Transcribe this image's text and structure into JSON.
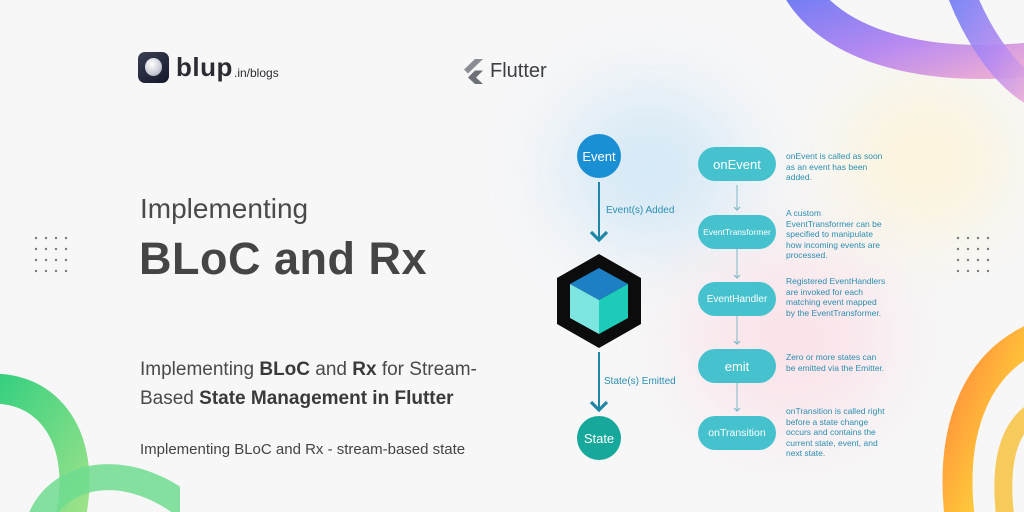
{
  "brand": {
    "name": "blup",
    "suffix": ".in/blogs"
  },
  "framework": {
    "label": "Flutter",
    "icon": "flutter-icon"
  },
  "heading": {
    "line1": "Implementing",
    "line2": "BLoC and Rx"
  },
  "subtitle": {
    "p1": "Implementing ",
    "b1": "BLoC",
    "p2": " and ",
    "b2": "Rx",
    "p3": " for Stream-Based ",
    "b3": "State Management in Flutter"
  },
  "caption": "Implementing BLoC and Rx - stream-based state",
  "diagram": {
    "event_node": "Event",
    "state_node": "State",
    "events_added": "Event(s) Added",
    "states_emitted": "State(s) Emitted",
    "steps": [
      {
        "label": "onEvent",
        "desc": "onEvent is called as soon as an event has been added."
      },
      {
        "label": "EventTransformer",
        "desc": "A custom EventTransformer can be specified to manipulate how incoming events are processed."
      },
      {
        "label": "EventHandler",
        "desc": "Registered EventHandlers are invoked for each matching event mapped by the EventTransformer."
      },
      {
        "label": "emit",
        "desc": "Zero or more states can be emitted via the Emitter."
      },
      {
        "label": "onTransition",
        "desc": "onTransition is called right before a state change occurs and contains the current state, event, and next state."
      }
    ]
  },
  "colors": {
    "node_blue": "#1a8fd4",
    "node_teal": "#16a89a",
    "pill": "#46c2cf",
    "arrow": "#1f86a6",
    "cube_top": "#1d7fc4",
    "cube_left": "#7de6e0",
    "cube_right": "#1ccbb8"
  }
}
